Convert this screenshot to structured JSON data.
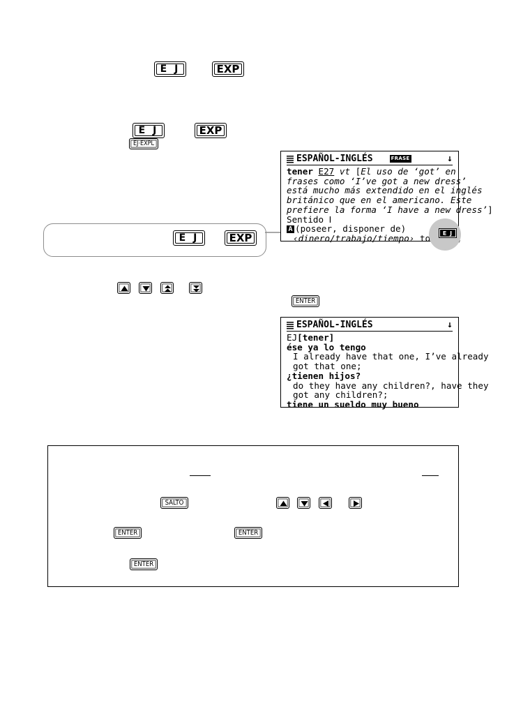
{
  "keys": {
    "ej": "E J",
    "exp": "EXP",
    "ej_expl": "EJ·EXPL",
    "enter": "ENTER",
    "salto": "SALTO"
  },
  "screen1": {
    "title": "ESPAÑOL-INGLÉS",
    "badge": "FRASE",
    "scroll_indicator": "↓",
    "headword": "tener",
    "conj_ref": "E27",
    "pos": "vt",
    "note_open": "[",
    "note_lines": [
      "El uso de ‘got’ en",
      "frases como ‘I’ve got a new dress’",
      "está mucho más extendido en el inglés",
      "británico que en el americano. Este",
      "prefiere la forma ‘I have a new dress’"
    ],
    "note_close": "]",
    "sense_line": "Sentido Ⅰ",
    "sense_letter": "A",
    "sense_def": "(poseer, disponer de)",
    "last_line_italic": "‹dinero/trabajo/tiempo›",
    "last_line_rest": " to have;",
    "indicator_icon_label": "E J"
  },
  "screen2": {
    "title": "ESPAÑOL-INGLÉS",
    "scroll_indicator": "↓",
    "lines": [
      {
        "text": "EJ[tener]",
        "bold_part": "[tener]",
        "plain_part": "EJ",
        "style": "mixed"
      },
      {
        "text": "ése ya lo tengo",
        "style": "bold"
      },
      {
        "text": "I already have that one, I’ve already",
        "style": "indent"
      },
      {
        "text": "got that one;",
        "style": "indent"
      },
      {
        "text": "¿tienen hijos?",
        "style": "bold"
      },
      {
        "text": "do they have any children?, have they",
        "style": "indent"
      },
      {
        "text": "got any children?;",
        "style": "indent"
      },
      {
        "text": "tiene un sueldo muy bueno",
        "style": "bold"
      }
    ]
  },
  "icons": [
    "up-arrow-key",
    "down-arrow-key",
    "page-up-key",
    "page-down-key",
    "left-arrow-key",
    "right-arrow-key"
  ]
}
